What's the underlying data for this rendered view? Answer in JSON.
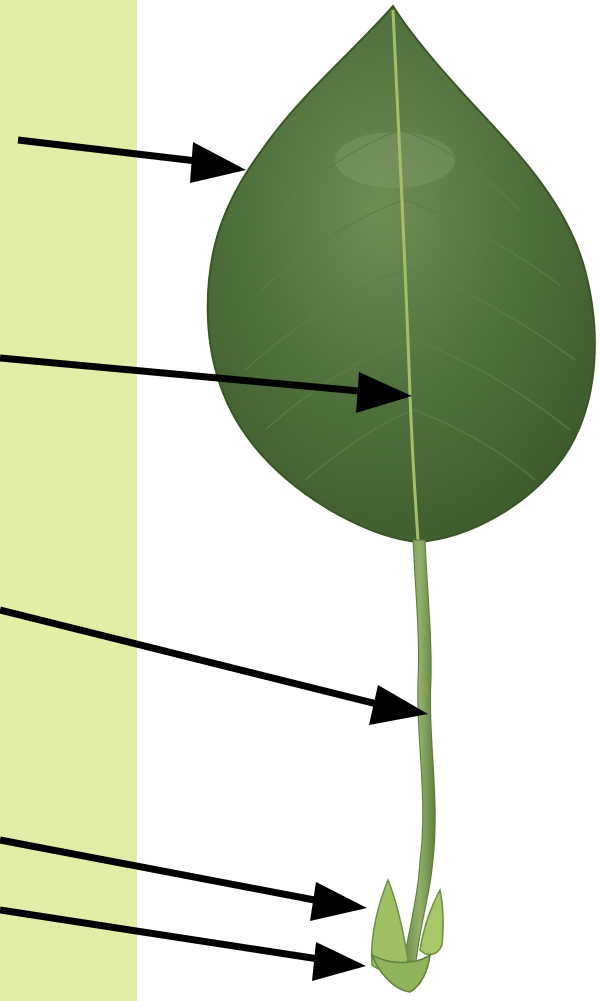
{
  "colors": {
    "label_strip": "#e2eea8",
    "background": "#ffffff",
    "leaf_blade": "#4e6e3a",
    "leaf_blade_light": "#6f8d55",
    "leaf_blade_dark": "#3c5a2a",
    "midrib": "#a8bd6a",
    "petiole": "#7a9a54",
    "stipule": "#9fc063",
    "arrow": "#000000"
  },
  "icons": {
    "arrow_head": "triangle-arrowhead",
    "leaf": "simple-ovate-leaf-illustration"
  },
  "labels": [],
  "arrows": [
    {
      "name": "arrow-to-leaf-margin"
    },
    {
      "name": "arrow-to-midrib"
    },
    {
      "name": "arrow-to-petiole"
    },
    {
      "name": "arrow-to-stipule-upper"
    },
    {
      "name": "arrow-to-stipule-lower"
    }
  ]
}
